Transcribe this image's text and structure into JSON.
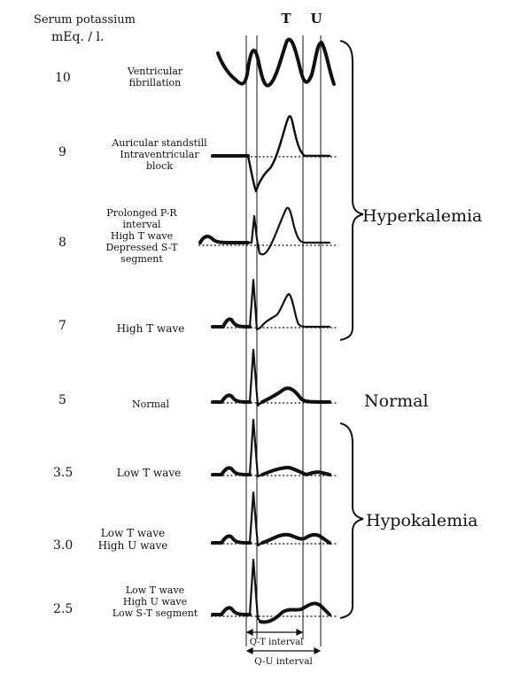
{
  "header": {
    "line1": "Serum potassium",
    "line2": "mEq. / l."
  },
  "wave_markers": {
    "t": "T",
    "u": "U"
  },
  "rows": [
    {
      "level": "10",
      "label_lines": [
        "Ventricular",
        "fibrillation"
      ]
    },
    {
      "level": "9",
      "label_lines": [
        "Auricular standstill",
        "Intraventricular",
        "block"
      ]
    },
    {
      "level": "8",
      "label_lines": [
        "Prolonged P-R",
        "interval",
        "High T wave",
        "Depressed S-T",
        "segment"
      ]
    },
    {
      "level": "7",
      "label_lines": [
        "High T wave"
      ]
    },
    {
      "level": "5",
      "label_lines": [
        "Normal"
      ]
    },
    {
      "level": "3.5",
      "label_lines": [
        "Low T wave"
      ]
    },
    {
      "level": "3.0",
      "label_lines": [
        "Low T wave",
        "High U wave"
      ]
    },
    {
      "level": "2.5",
      "label_lines": [
        "Low T wave",
        "High U wave",
        "Low S-T segment"
      ]
    }
  ],
  "groups": {
    "hyper": "Hyperkalemia",
    "normal": "Normal",
    "hypo": "Hypokalemia"
  },
  "intervals": {
    "qt": "Q-T interval",
    "qu": "Q-U interval"
  },
  "colors": {
    "ink": "#111111",
    "background": "#ffffff"
  }
}
